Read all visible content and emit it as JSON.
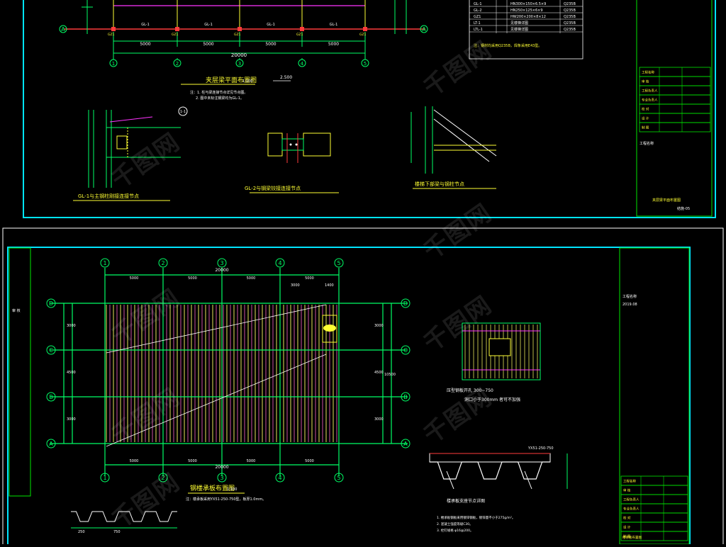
{
  "watermark": "千图网",
  "sheet1": {
    "title": "夹层梁平面布置图",
    "scale": "1:100",
    "level": "2.500",
    "axes": [
      "1",
      "2",
      "3",
      "4",
      "5"
    ],
    "row_axis": "A",
    "spans": [
      "5000",
      "5000",
      "5000",
      "5000"
    ],
    "total": "20000",
    "beam_labels": [
      "GL-1",
      "GL-1",
      "GL-1",
      "GL-1"
    ],
    "col_labels": [
      "GZ1",
      "GZ1",
      "GZ1",
      "GZ1",
      "GZ1"
    ],
    "notes": [
      "注：1. 柱与梁连接节点详见节点图。",
      "2. 图中未标注钢梁均为GL-1。"
    ],
    "detail1": "GL-1与主钢柱刚接连接节点",
    "detail2": "GL-2与钢梁铰接连接节点",
    "detail3": "楼梯下部梁与钢柱节点",
    "detail1_mark": "1-1",
    "members": [
      {
        "id": "GL-1",
        "spec": "HN300×150×6.5×9",
        "mat": "Q235B"
      },
      {
        "id": "GL-2",
        "spec": "HN250×125×6×9",
        "mat": "Q235B"
      },
      {
        "id": "GZ1",
        "spec": "HW200×200×8×12",
        "mat": "Q235B"
      },
      {
        "id": "LT-1",
        "spec": "见楼梯详图",
        "mat": "Q235B"
      },
      {
        "id": "LTL-1",
        "spec": "见楼梯详图",
        "mat": "Q235B"
      }
    ],
    "table_note": "注：钢材均采用Q235B，焊条采用E43型。"
  },
  "sheet2": {
    "title": "钢楼承板布置图",
    "scale": "1:100",
    "axes": [
      "1",
      "2",
      "3",
      "4",
      "5"
    ],
    "rows": [
      "D",
      "C",
      "B",
      "A"
    ],
    "top_spans": [
      "5000",
      "5000",
      "5000",
      "5000"
    ],
    "bottom_spans": [
      "5000",
      "5000",
      "5000",
      "5000"
    ],
    "total": "20000",
    "right_dims": [
      "3000",
      "4500",
      "3000"
    ],
    "right_total": "10500",
    "sub_dims": [
      "3000",
      "1400"
    ],
    "note": "注：楼承板采用YX51-250-750型，板厚1.0mm。",
    "opening_caption": "压型钢板开孔 300~750",
    "opening_note": "洞口小于300mm 者可不加强",
    "section_caption": "楼承板支座节点详图",
    "profile_label": "YX51-250-750",
    "profile_dims": [
      "250",
      "750"
    ],
    "notes_block": [
      "1. 楼承板钢板采用镀锌钢板，镀锌量不小于275g/m²。",
      "2. 混凝土强度等级C30。",
      "3. 栓钉规格 φ16@200。"
    ]
  },
  "title_block": {
    "rows": [
      "工程名称",
      "审 核",
      "工程负责人",
      "专业负责人",
      "校 对",
      "设 计",
      "制 图"
    ],
    "drawing": "夹层梁平面布置图",
    "drawing2": "楼承板布置图",
    "sheet_no": "结施-05",
    "date": "2019.08"
  }
}
